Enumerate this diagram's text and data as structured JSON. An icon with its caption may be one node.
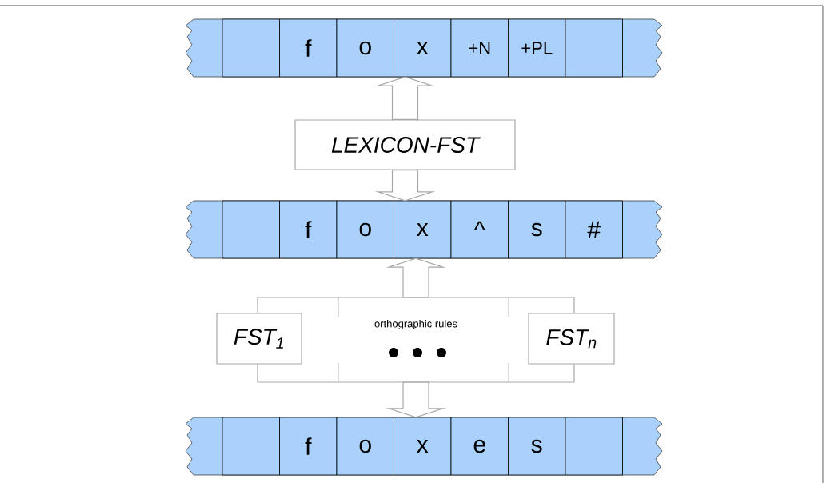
{
  "diagram": {
    "nodes": [
      {
        "text": [],
        "shape": "bar"
      },
      {
        "text": [],
        "shape": "box",
        "in": 0
      },
      {
        "text": [
          "f"
        ],
        "in": 0
      },
      {
        "text": [
          "o"
        ],
        "in": 0
      },
      {
        "text": [
          "x"
        ],
        "in": 0
      },
      {
        "text": [
          "+N"
        ],
        "in": 0
      },
      {
        "text": [
          "+PL"
        ],
        "in": 0
      },
      {
        "text": [],
        "shape": "box",
        "in": 0
      },
      {
        "text": [
          "LEXICON-FST"
        ]
      },
      {
        "text": [],
        "shape": "bar"
      },
      {
        "text": [],
        "shape": "box",
        "in": 9
      },
      {
        "text": [
          "f"
        ],
        "in": 9
      },
      {
        "text": [
          "o"
        ],
        "in": 9
      },
      {
        "text": [
          "x"
        ],
        "in": 9
      },
      {
        "text": [
          "^"
        ],
        "in": 9
      },
      {
        "text": [
          "s"
        ],
        "in": 9
      },
      {
        "text": [
          "#"
        ],
        "in": 9
      },
      {
        "text": [
          "FST$_{1}$"
        ]
      },
      {
        "text": [
          "orthographic rules"
        ]
      },
      {
        "text": [
          "FST$_{n}$"
        ]
      },
      {
        "text": [],
        "shape": "bar"
      },
      {
        "text": [],
        "shape": "box",
        "in": 20
      },
      {
        "text": [
          "f"
        ],
        "in": 20
      },
      {
        "text": [
          "o"
        ],
        "in": 20
      },
      {
        "text": [
          "x"
        ],
        "in": 20
      },
      {
        "text": [
          "e"
        ],
        "in": 20
      },
      {
        "text": [
          "s"
        ],
        "in": 20
      },
      {
        "text": [],
        "shape": "box",
        "in": 20
      }
    ],
    "edges": [
      {
        "from": 8,
        "to": 0,
        "arrow": "to"
      },
      {
        "from": 8,
        "to": 9,
        "arrow": "to"
      },
      {
        "from": 18,
        "to": 9,
        "arrow": "to"
      },
      {
        "from": 18,
        "to": 20,
        "arrow": "to"
      }
    ]
  }
}
